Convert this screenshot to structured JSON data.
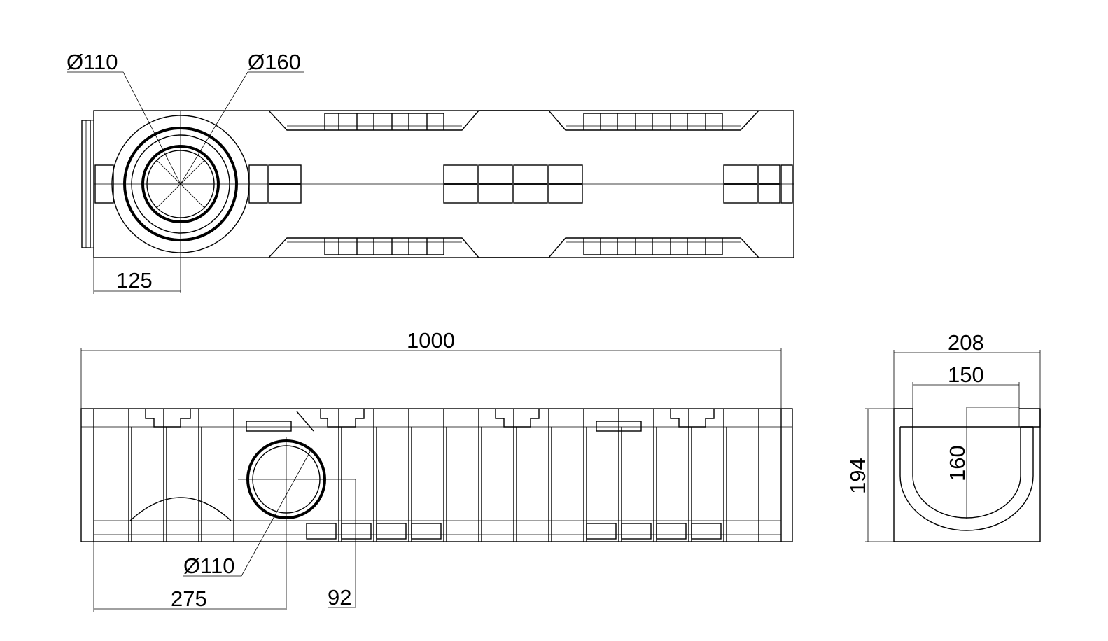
{
  "drawing": {
    "top_view": {
      "left_outlet_diameter": "Ø110",
      "top_opening_diameter": "Ø160",
      "outlet_offset": "125"
    },
    "side_view": {
      "overall_length": "1000",
      "outlet_diameter": "Ø110",
      "outlet_position": "275",
      "outlet_height": "92"
    },
    "section_view": {
      "outer_width": "208",
      "inner_width": "150",
      "inner_depth": "160",
      "overall_height": "194"
    }
  }
}
